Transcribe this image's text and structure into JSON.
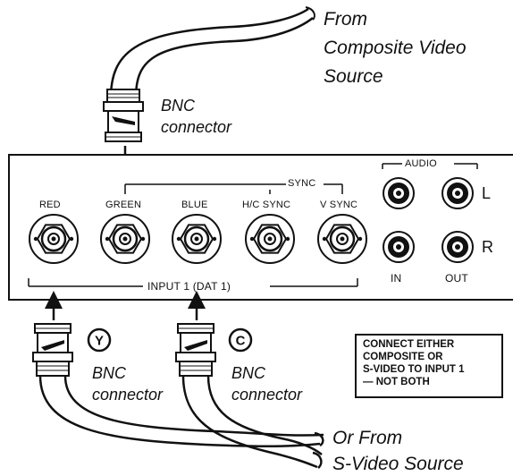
{
  "top_source": [
    "From",
    "Composite Video",
    "Source"
  ],
  "bottom_source": [
    "Or From",
    "S-Video Source"
  ],
  "bnc_top": [
    "BNC",
    "connector"
  ],
  "bnc_y": [
    "BNC",
    "connector"
  ],
  "bnc_c": [
    "BNC",
    "connector"
  ],
  "badges": {
    "y": "Y",
    "c": "C"
  },
  "panel": {
    "audio_label": "AUDIO",
    "sync_label": "SYNC",
    "input_label": "INPUT 1 (DAT 1)",
    "connectors": [
      "RED",
      "GREEN",
      "BLUE",
      "H/C SYNC",
      "V SYNC"
    ],
    "audio_l": "L",
    "audio_r": "R",
    "audio_in": "IN",
    "audio_out": "OUT"
  },
  "note": [
    "CONNECT EITHER",
    "COMPOSITE OR",
    "S-VIDEO TO INPUT 1",
    "— NOT BOTH"
  ]
}
